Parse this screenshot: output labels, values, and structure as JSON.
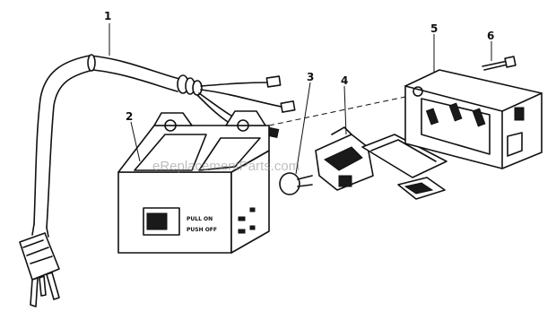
{
  "diagram": {
    "callouts": [
      {
        "id": "1",
        "label": "1"
      },
      {
        "id": "2",
        "label": "2"
      },
      {
        "id": "3",
        "label": "3"
      },
      {
        "id": "4",
        "label": "4"
      },
      {
        "id": "5",
        "label": "5"
      },
      {
        "id": "6",
        "label": "6"
      }
    ],
    "switch_label_line1": "PULL ON",
    "switch_label_line2": "PUSH OFF",
    "watermark": "eReplacementParts.com"
  },
  "icons": [
    "power-cord-icon",
    "switch-housing-icon",
    "knob-icon",
    "switch-icon",
    "bracket-icon",
    "screw-icon"
  ]
}
